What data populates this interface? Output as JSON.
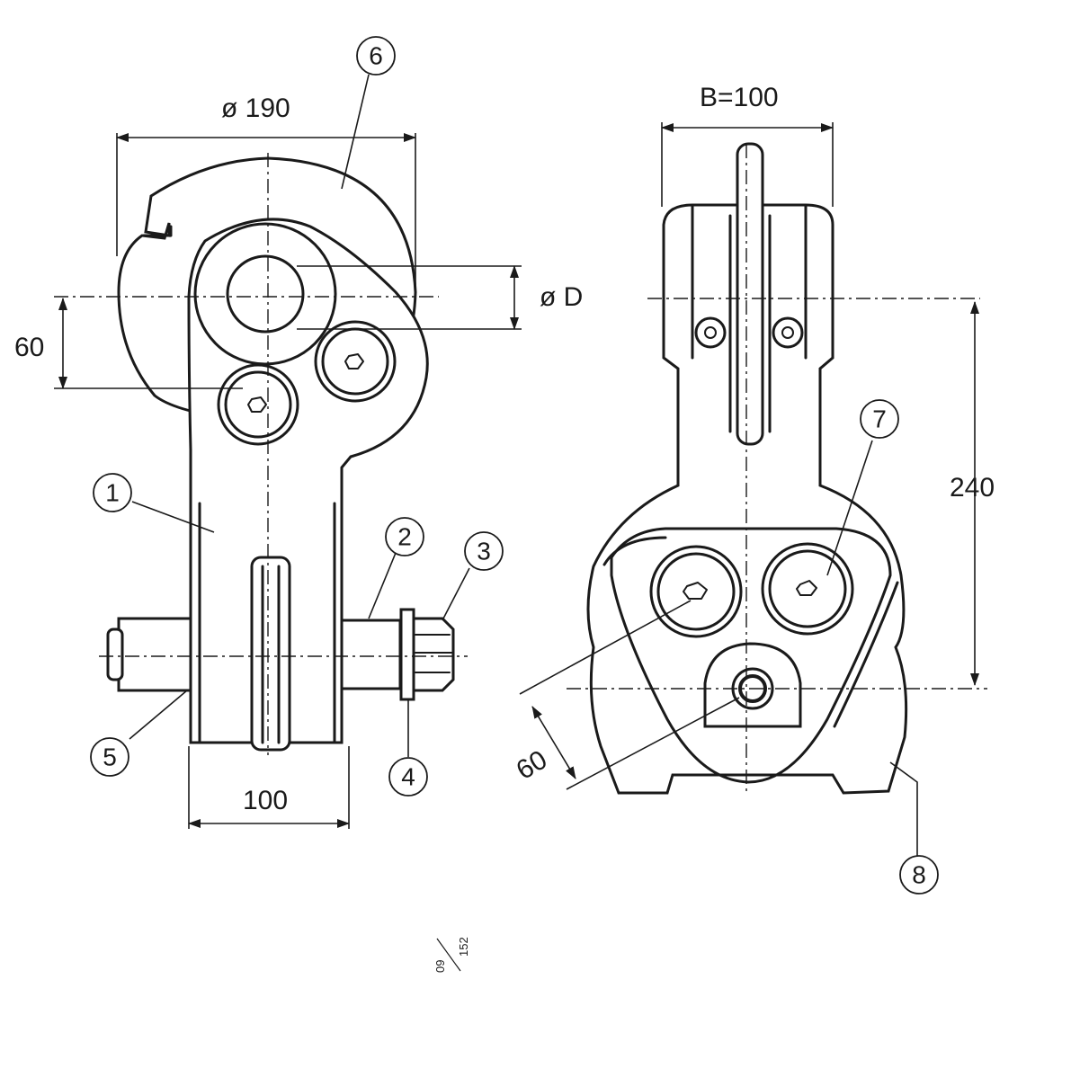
{
  "dimensions": {
    "left_diameter": "ø 190",
    "left_rope_diameter": "ø D",
    "left_offset": "60",
    "left_width": "100",
    "right_width": "B=100",
    "right_height": "240",
    "right_diagonal": "60"
  },
  "callouts": [
    "1",
    "2",
    "3",
    "4",
    "5",
    "6",
    "7",
    "8"
  ],
  "drawing_code": {
    "top": "09",
    "bottom": "152"
  }
}
